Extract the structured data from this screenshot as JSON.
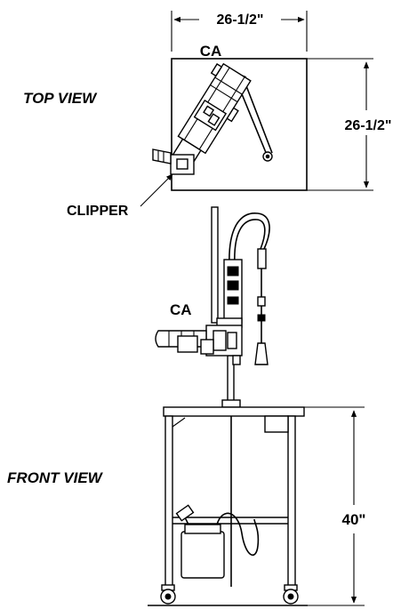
{
  "labels": {
    "top_width": "26-1/2\"",
    "top_depth": "26-1/2\"",
    "top_unit": "CA",
    "top_view": "TOP VIEW",
    "clipper": "CLIPPER",
    "front_unit": "CA",
    "front_view": "FRONT VIEW",
    "height": "40\""
  }
}
